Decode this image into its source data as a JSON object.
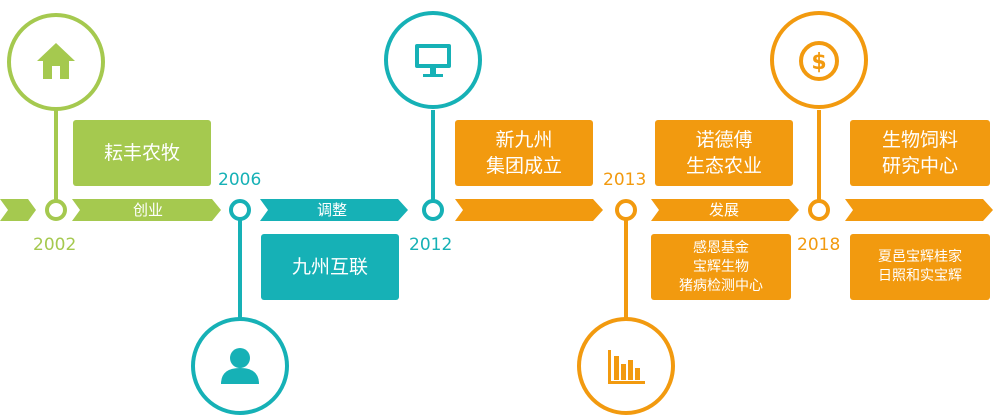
{
  "colors": {
    "green": "#a5c94f",
    "teal": "#16b1b6",
    "orange": "#f29a0f"
  },
  "milestones": [
    {
      "year": "2002",
      "color": "green",
      "icon": "home-icon",
      "card_lines": [
        "耘丰农牧"
      ]
    },
    {
      "year": "2006",
      "color": "teal",
      "icon": "user-icon",
      "card_lines": [
        "九州互联"
      ]
    },
    {
      "year": "2012",
      "color": "teal",
      "icon": "monitor-icon",
      "card_lines": [
        "新九州",
        "集团成立"
      ]
    },
    {
      "year": "2013",
      "color": "orange",
      "icon": "bar-chart-icon",
      "card_lines": [
        "诺德傅",
        "生态农业"
      ],
      "card2_lines": [
        "感恩基金",
        "宝辉生物",
        "猪病检测中心"
      ]
    },
    {
      "year": "2018",
      "color": "orange",
      "icon": "dollar-icon",
      "card_lines": [
        "生物饲料",
        "研究中心"
      ],
      "card2_lines": [
        "夏邑宝辉桂家",
        "日照和实宝辉"
      ]
    }
  ],
  "phases": [
    {
      "label": "创业",
      "color": "green"
    },
    {
      "label": "调整",
      "color": "teal"
    },
    {
      "label": "发展",
      "color": "orange"
    }
  ]
}
